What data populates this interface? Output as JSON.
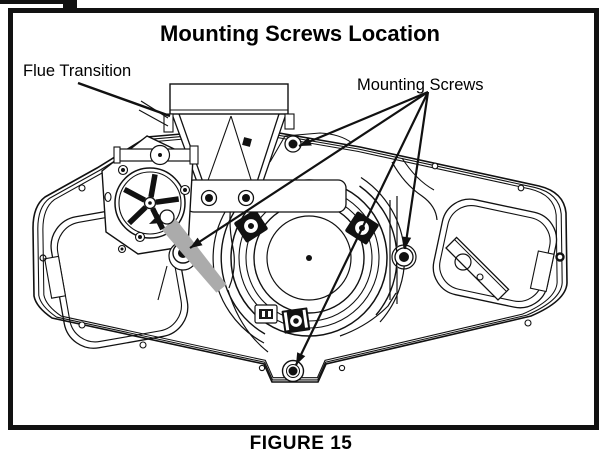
{
  "figure": {
    "title": "Mounting Screws Location",
    "caption": "FIGURE 15",
    "labels": {
      "flue_transition": "Flue Transition",
      "mounting_screws": "Mounting Screws"
    },
    "callout_arrow_counts": {
      "flue_transition": 1,
      "mounting_screws": 4
    },
    "colors": {
      "ink": "#111111",
      "paper": "#ffffff",
      "screwdriver": "#ababab"
    }
  }
}
